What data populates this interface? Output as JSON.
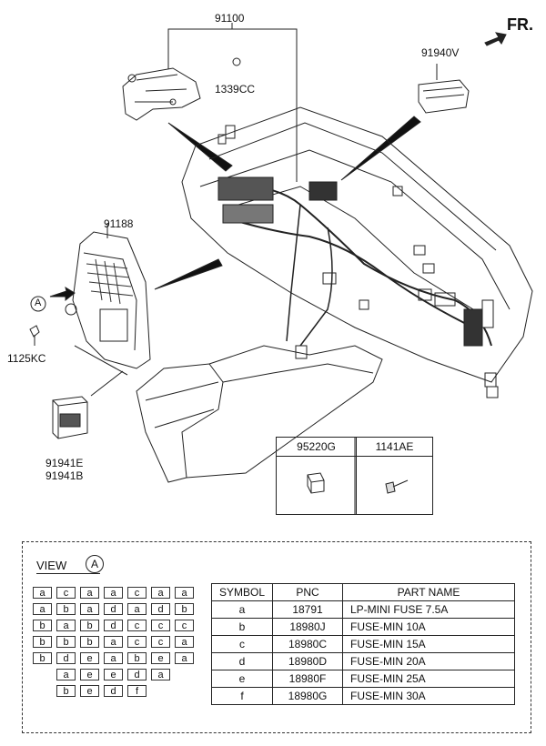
{
  "direction_label": "FR.",
  "part_labels": {
    "harness": "91100",
    "junction_box": "91188",
    "screw_top": "1339CC",
    "front_module": "91940V",
    "bolt_left": "1125KC",
    "relay_left_1": "91941E",
    "relay_left_2": "91941B"
  },
  "callout_a": "A",
  "parts_table": {
    "col1": "95220G",
    "col2": "1141AE"
  },
  "view": {
    "title": "VIEW",
    "circle": "A",
    "fuse_grid": [
      [
        "a",
        "c",
        "a",
        "a",
        "c",
        "a",
        "a"
      ],
      [
        "a",
        "b",
        "a",
        "d",
        "a",
        "d",
        "b"
      ],
      [
        "b",
        "a",
        "b",
        "d",
        "c",
        "c",
        "c"
      ],
      [
        "b",
        "b",
        "b",
        "a",
        "c",
        "c",
        "a"
      ],
      [
        "b",
        "d",
        "e",
        "a",
        "b",
        "e",
        "a"
      ],
      [
        "a",
        "e",
        "e",
        "d",
        "a"
      ],
      [
        "b",
        "e",
        "d",
        "f"
      ]
    ]
  },
  "symbol_table": {
    "headers": [
      "SYMBOL",
      "PNC",
      "PART NAME"
    ],
    "rows": [
      [
        "a",
        "18791",
        "LP-MINI FUSE 7.5A"
      ],
      [
        "b",
        "18980J",
        "FUSE-MIN 10A"
      ],
      [
        "c",
        "18980C",
        "FUSE-MIN 15A"
      ],
      [
        "d",
        "18980D",
        "FUSE-MIN 20A"
      ],
      [
        "e",
        "18980F",
        "FUSE-MIN 25A"
      ],
      [
        "f",
        "18980G",
        "FUSE-MIN 30A"
      ]
    ]
  }
}
